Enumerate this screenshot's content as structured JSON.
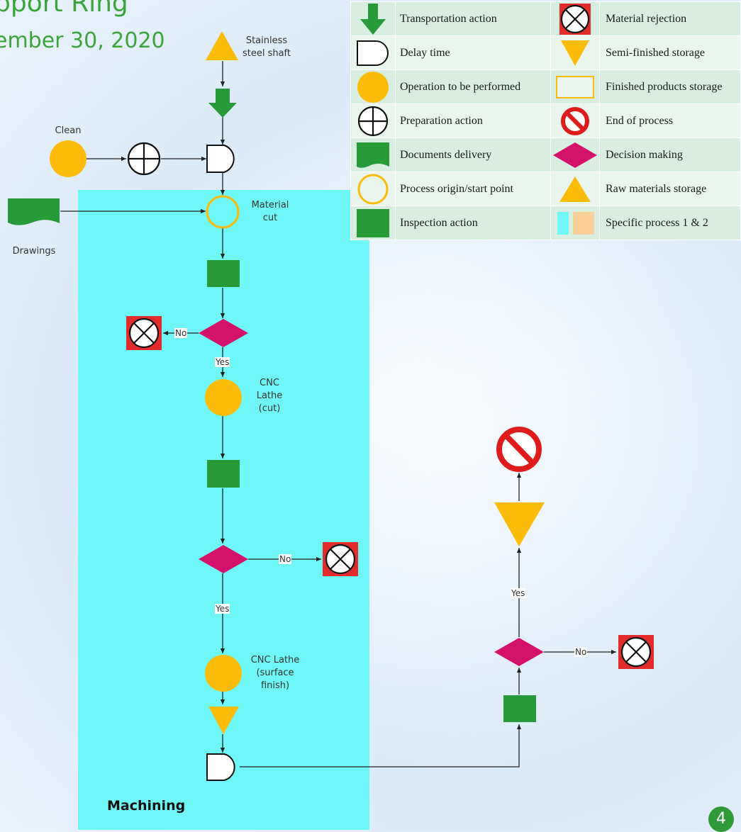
{
  "title": "pport Ring",
  "date": "ember 30, 2020",
  "section": "Machining",
  "page_number": "4",
  "colors": {
    "machining_zone": "#6ff7f8",
    "operation": "#fdbc09",
    "inspection": "#279a3a",
    "decision": "#d5126b",
    "end": "#e01b1b",
    "title": "#3aa63a"
  },
  "nodes": {
    "stainless_shaft": "Stainless\nsteel shaft",
    "clean": "Clean",
    "drawings": "Drawings",
    "material_cut": "Material\ncut",
    "cnc_cut": "CNC\nLathe\n(cut)",
    "cnc_finish": "CNC Lathe\n(surface\nfinish)"
  },
  "edge_labels": {
    "no1": "No",
    "yes1": "Yes",
    "no2": "No",
    "yes2": "Yes",
    "no3": "No",
    "yes3": "Yes"
  },
  "legend": [
    {
      "left": {
        "icon": "transport-arrow-icon",
        "label": "Transportation action"
      },
      "right": {
        "icon": "material-rejection-icon",
        "label": "Material rejection"
      }
    },
    {
      "left": {
        "icon": "delay-icon",
        "label": "Delay time"
      },
      "right": {
        "icon": "semi-finished-storage-icon",
        "label": "Semi-finished storage"
      }
    },
    {
      "left": {
        "icon": "operation-icon",
        "label": "Operation to be performed"
      },
      "right": {
        "icon": "finished-storage-icon",
        "label": "Finished products storage"
      }
    },
    {
      "left": {
        "icon": "preparation-icon",
        "label": "Preparation action"
      },
      "right": {
        "icon": "end-process-icon",
        "label": "End of process"
      }
    },
    {
      "left": {
        "icon": "document-icon",
        "label": "Documents delivery"
      },
      "right": {
        "icon": "decision-icon",
        "label": "Decision making"
      }
    },
    {
      "left": {
        "icon": "start-point-icon",
        "label": "Process origin/start point"
      },
      "right": {
        "icon": "raw-storage-icon",
        "label": "Raw materials storage"
      }
    },
    {
      "left": {
        "icon": "inspection-icon",
        "label": "Inspection action"
      },
      "right": {
        "icon": "specific-process-icon",
        "label": "Specific process 1 & 2"
      }
    }
  ]
}
